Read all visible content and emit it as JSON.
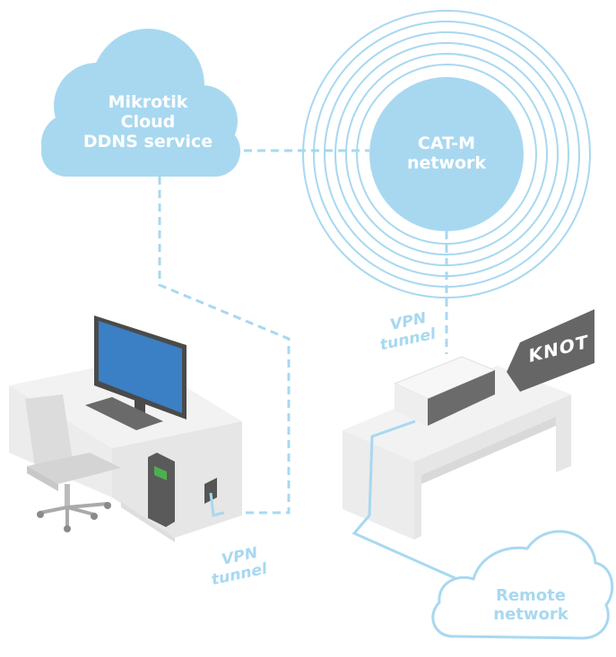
{
  "nodes": {
    "cloud_service": {
      "line1": "Mikrotik",
      "line2": "Cloud",
      "line3": "DDNS service"
    },
    "catm": {
      "line1": "CAT-M",
      "line2": "network"
    },
    "remote": {
      "line1": "Remote",
      "line2": "network"
    },
    "knot": {
      "label": "KNOT"
    }
  },
  "links": {
    "vpn_top": {
      "line1": "VPN",
      "line2": "tunnel"
    },
    "vpn_bottom": {
      "line1": "VPN",
      "line2": "tunnel"
    }
  },
  "colors": {
    "light_blue": "#a8d8f0",
    "cloud_fill": "#a8d8f0",
    "dark_grey": "#555555",
    "monitor_blue": "#3b7fc4"
  }
}
